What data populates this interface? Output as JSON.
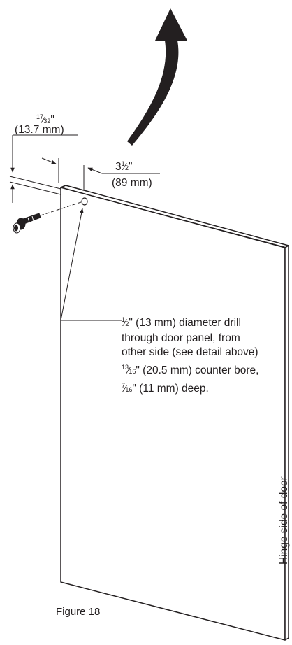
{
  "dimension_offset": {
    "frac_num": "17",
    "frac_den": "32",
    "unit_inch": "\"",
    "metric": "(13.7 mm)"
  },
  "dimension_inset": {
    "whole": "3",
    "frac_num": "1",
    "frac_den": "2",
    "unit_inch": "\"",
    "metric": "(89 mm)"
  },
  "drill_note": {
    "line1_num": "1",
    "line1_den": "2",
    "line1_text": "\" (13 mm) diameter drill",
    "line2": "through door panel, from",
    "line3": "other side (see detail above)",
    "line4_num": "13",
    "line4_den": "16",
    "line4_text": "\" (20.5 mm) counter bore,",
    "line5_num": "7",
    "line5_den": "16",
    "line5_text": "\" (11 mm) deep."
  },
  "hinge_label": "Hinge side of door",
  "figure_caption": "Figure 18",
  "colors": {
    "ink": "#231f20",
    "background": "#ffffff"
  }
}
